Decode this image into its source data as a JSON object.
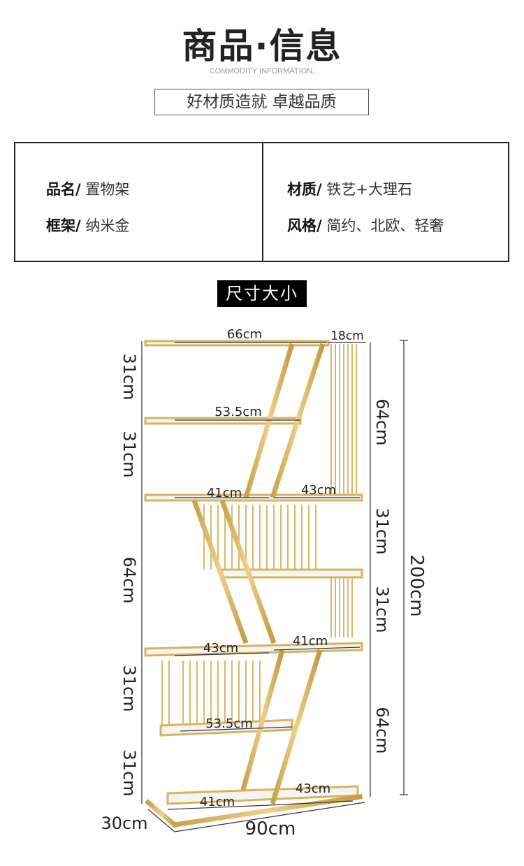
{
  "header": {
    "title": "商品·信息",
    "subtitle": "COMMODITY INFORMATION,",
    "slogan": "好材质造就 卓越品质"
  },
  "info": {
    "name_label": "品名/",
    "name_value": "置物架",
    "frame_label": "框架/",
    "frame_value": "纳米金",
    "material_label": "材质/",
    "material_value": "铁艺+大理石",
    "style_label": "风格/",
    "style_value": "简约、北欧、轻奢"
  },
  "size_tag": "尺寸大小",
  "dimensions": {
    "top_width": "66cm",
    "side_width": "18cm",
    "shelf_53_top": "53.5cm",
    "shelf_41_a": "41cm",
    "shelf_43_a": "43cm",
    "shelf_43_b": "43cm",
    "shelf_41_b": "41cm",
    "shelf_53_bottom": "53.5cm",
    "bottom_41": "41cm",
    "bottom_43": "43cm",
    "left_h1": "31cm",
    "left_h2": "31cm",
    "left_h3": "64cm",
    "left_h4": "31cm",
    "left_h5": "31cm",
    "right_h1": "64cm",
    "right_h2": "31cm",
    "right_h3": "31cm",
    "right_h4": "64cm",
    "total_height": "200cm",
    "depth": "30cm",
    "total_width": "90cm"
  },
  "colors": {
    "gold": "#d7b35e",
    "gold_dark": "#b8913a"
  }
}
